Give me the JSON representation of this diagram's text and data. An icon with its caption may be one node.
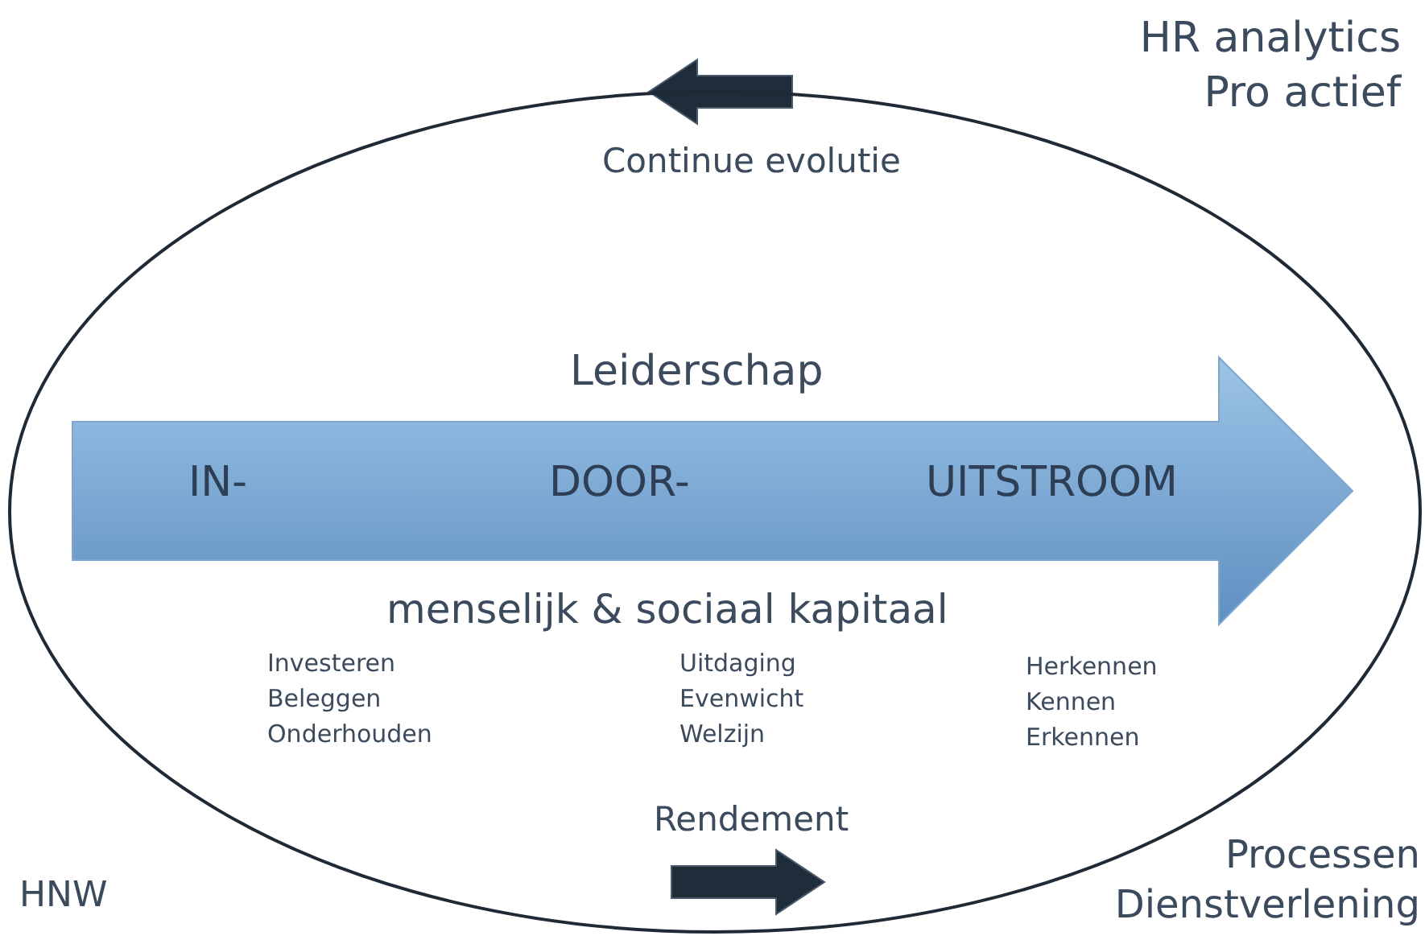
{
  "diagram": {
    "nodes": [
      {
        "text": [],
        "shape": "ellipse"
      },
      {
        "text": [
          "IN-",
          "DOOR-",
          "UITSTROOM"
        ],
        "in": 0
      }
    ],
    "labels": [
      "HR analytics",
      "Pro actief",
      "Continue evolutie",
      "Leiderschap",
      "menselijk & sociaal kapitaal",
      "Investeren",
      "Beleggen",
      "Onderhouden",
      "Uitdaging",
      "Evenwicht",
      "Welzijn",
      "Herkennen",
      "Kennen",
      "Erkennen",
      "Rendement",
      "HNW",
      "Processen",
      "Dienstverlening"
    ]
  }
}
